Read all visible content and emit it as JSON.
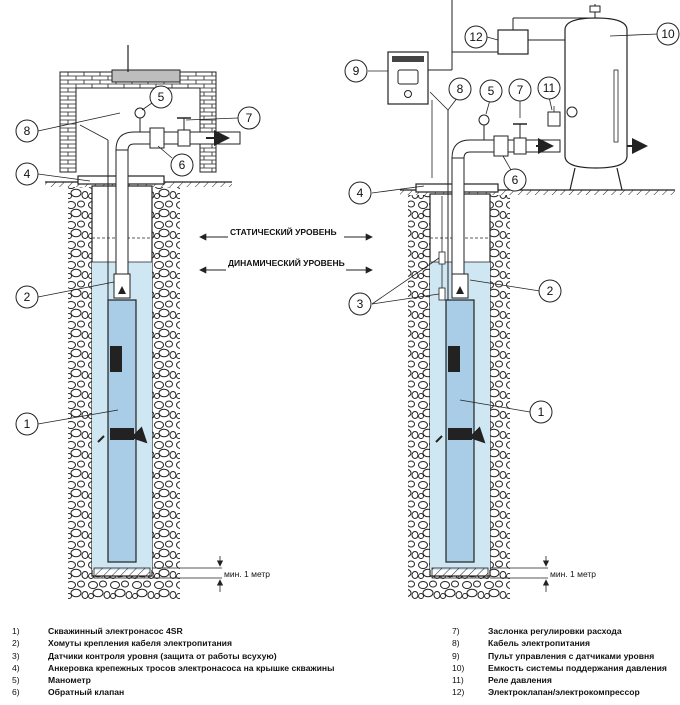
{
  "callouts": {
    "c1": "1",
    "c2": "2",
    "c3": "3",
    "c4": "4",
    "c5": "5",
    "c6": "6",
    "c7": "7",
    "c8": "8",
    "c9": "9",
    "c10": "10",
    "c11": "11",
    "c12": "12"
  },
  "levels": {
    "static": "СТАТИЧЕСКИЙ УРОВЕНЬ",
    "dynamic": "ДИНАМИЧЕСКИЙ УРОВЕНЬ"
  },
  "min_depth_label": "мин. 1 метр",
  "legend_left": [
    {
      "num": "1)",
      "text": "Скважинный электронасос 4SR"
    },
    {
      "num": "2)",
      "text": "Хомуты крепления кабеля электропитания"
    },
    {
      "num": "3)",
      "text": "Датчики контроля уровня (защита от работы всухую)"
    },
    {
      "num": "4)",
      "text": "Анкеровка крепежных тросов электронасоса на крышке скважины"
    },
    {
      "num": "5)",
      "text": "Манометр"
    },
    {
      "num": "6)",
      "text": "Обратный клапан"
    }
  ],
  "legend_right": [
    {
      "num": "7)",
      "text": "Заслонка регулировки расхода"
    },
    {
      "num": "8)",
      "text": "Кабель электропитания"
    },
    {
      "num": "9)",
      "text": "Пульт управления с датчиками уровня"
    },
    {
      "num": "10)",
      "text": "Емкость системы поддержания давления"
    },
    {
      "num": "11)",
      "text": "Реле давления"
    },
    {
      "num": "12)",
      "text": "Электроклапан/электрокомпрессор"
    }
  ],
  "colors": {
    "water": "#cfe6f3",
    "pump": "#a9cde6",
    "line": "#1a1a1a",
    "ground": "#1a1a1a"
  }
}
